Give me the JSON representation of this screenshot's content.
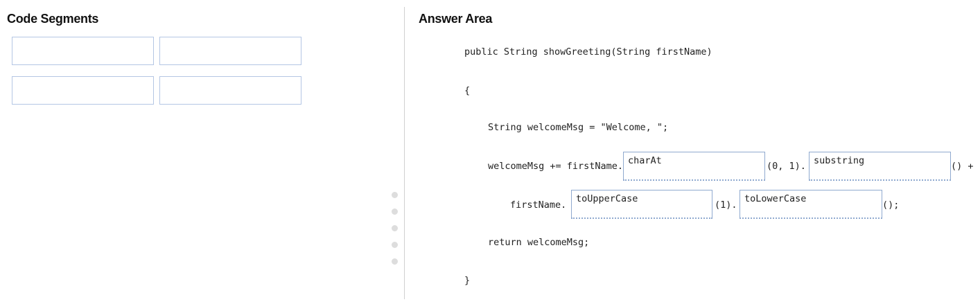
{
  "code_segments": {
    "title": "Code Segments",
    "slots": [
      "",
      "",
      "",
      ""
    ]
  },
  "answer_area": {
    "title": "Answer Area",
    "lines": {
      "signature": "public String showGreeting(String firstName)",
      "open_brace": "{",
      "declaration": "String welcomeMsg = \"Welcome, \";",
      "line4_prefix": "welcomeMsg += firstName.",
      "line4_mid": "(0, 1).",
      "line4_suffix": "() +",
      "line5_prefix": "firstName.",
      "line5_mid": "(1).",
      "line5_suffix": "();",
      "return_stmt": "return welcomeMsg;",
      "close_brace": "}"
    },
    "targets": [
      "charAt",
      "substring",
      "toUpperCase",
      "toLowerCase"
    ]
  }
}
